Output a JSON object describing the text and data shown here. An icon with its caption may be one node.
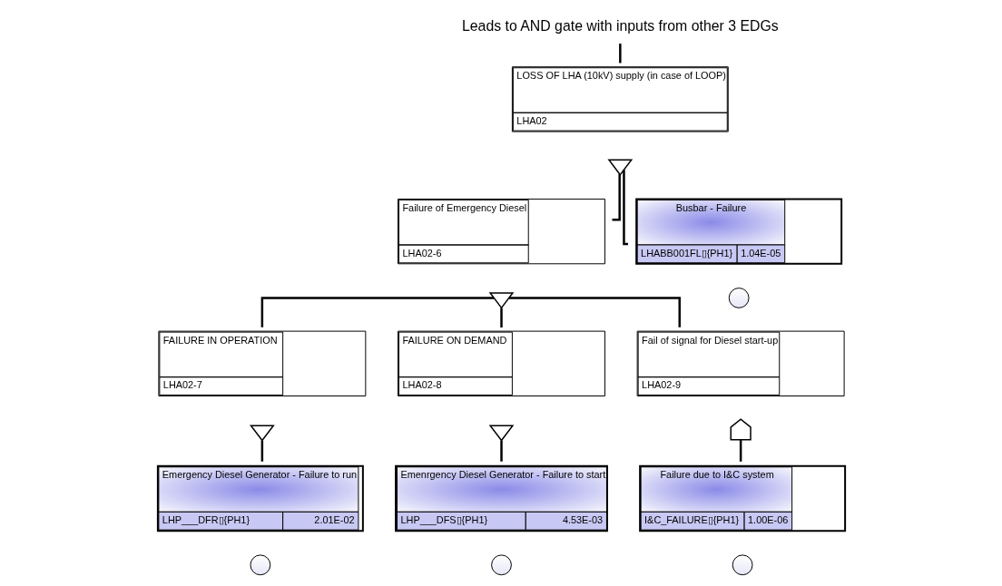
{
  "diagram": {
    "nodes": [
      {
        "text": [
          "Leads to AND gate with inputs from other 3 EDGs"
        ]
      },
      {
        "text": [
          "LOSS OF LHA (10kV) supply (in case of LOOP)",
          "LHA02"
        ]
      },
      {
        "text": [],
        "shape": "or-gate"
      },
      {
        "text": [
          "Failure of Emergency Diesel",
          "LHA02-6"
        ]
      },
      {
        "text": [
          "Busbar - Failure",
          "LHABB001FL▯{PH1}",
          "1.04E-05"
        ]
      },
      {
        "text": [],
        "shape": "circle"
      },
      {
        "text": [],
        "shape": "or-gate"
      },
      {
        "text": [
          "FAILURE IN OPERATION",
          "LHA02-7"
        ]
      },
      {
        "text": [
          "FAILURE ON DEMAND",
          "LHA02-8"
        ]
      },
      {
        "text": [
          "Fail of signal for Diesel start-up",
          "LHA02-9"
        ]
      },
      {
        "text": [],
        "shape": "or-gate"
      },
      {
        "text": [],
        "shape": "or-gate"
      },
      {
        "text": [],
        "shape": "and-gate"
      },
      {
        "text": [
          "Emergency Diesel Generator - Failure to run",
          "LHP___DFR▯{PH1}",
          "2.01E-02"
        ]
      },
      {
        "text": [
          "Emenrgency Diesel Generator - Failure to start",
          "LHP___DFS▯{PH1}",
          "4.53E-03"
        ]
      },
      {
        "text": [
          "Failure due to I&C system",
          "I&C_FAILURE▯{PH1}",
          "1.00E-06"
        ]
      },
      {
        "text": [],
        "shape": "circle"
      },
      {
        "text": [],
        "shape": "circle"
      },
      {
        "text": [],
        "shape": "circle"
      }
    ],
    "edges": [
      {
        "from": 0,
        "to": 1,
        "arrow": "none"
      },
      {
        "from": 2,
        "to": 3,
        "arrow": "none"
      },
      {
        "from": 2,
        "to": 4,
        "arrow": "none"
      },
      {
        "from": 6,
        "to": 7,
        "arrow": "none"
      },
      {
        "from": 6,
        "to": 8,
        "arrow": "none"
      },
      {
        "from": 6,
        "to": 9,
        "arrow": "none"
      },
      {
        "from": 10,
        "to": 13,
        "arrow": "none"
      },
      {
        "from": 11,
        "to": 14,
        "arrow": "none"
      },
      {
        "from": 12,
        "to": 15,
        "arrow": "none"
      }
    ]
  }
}
